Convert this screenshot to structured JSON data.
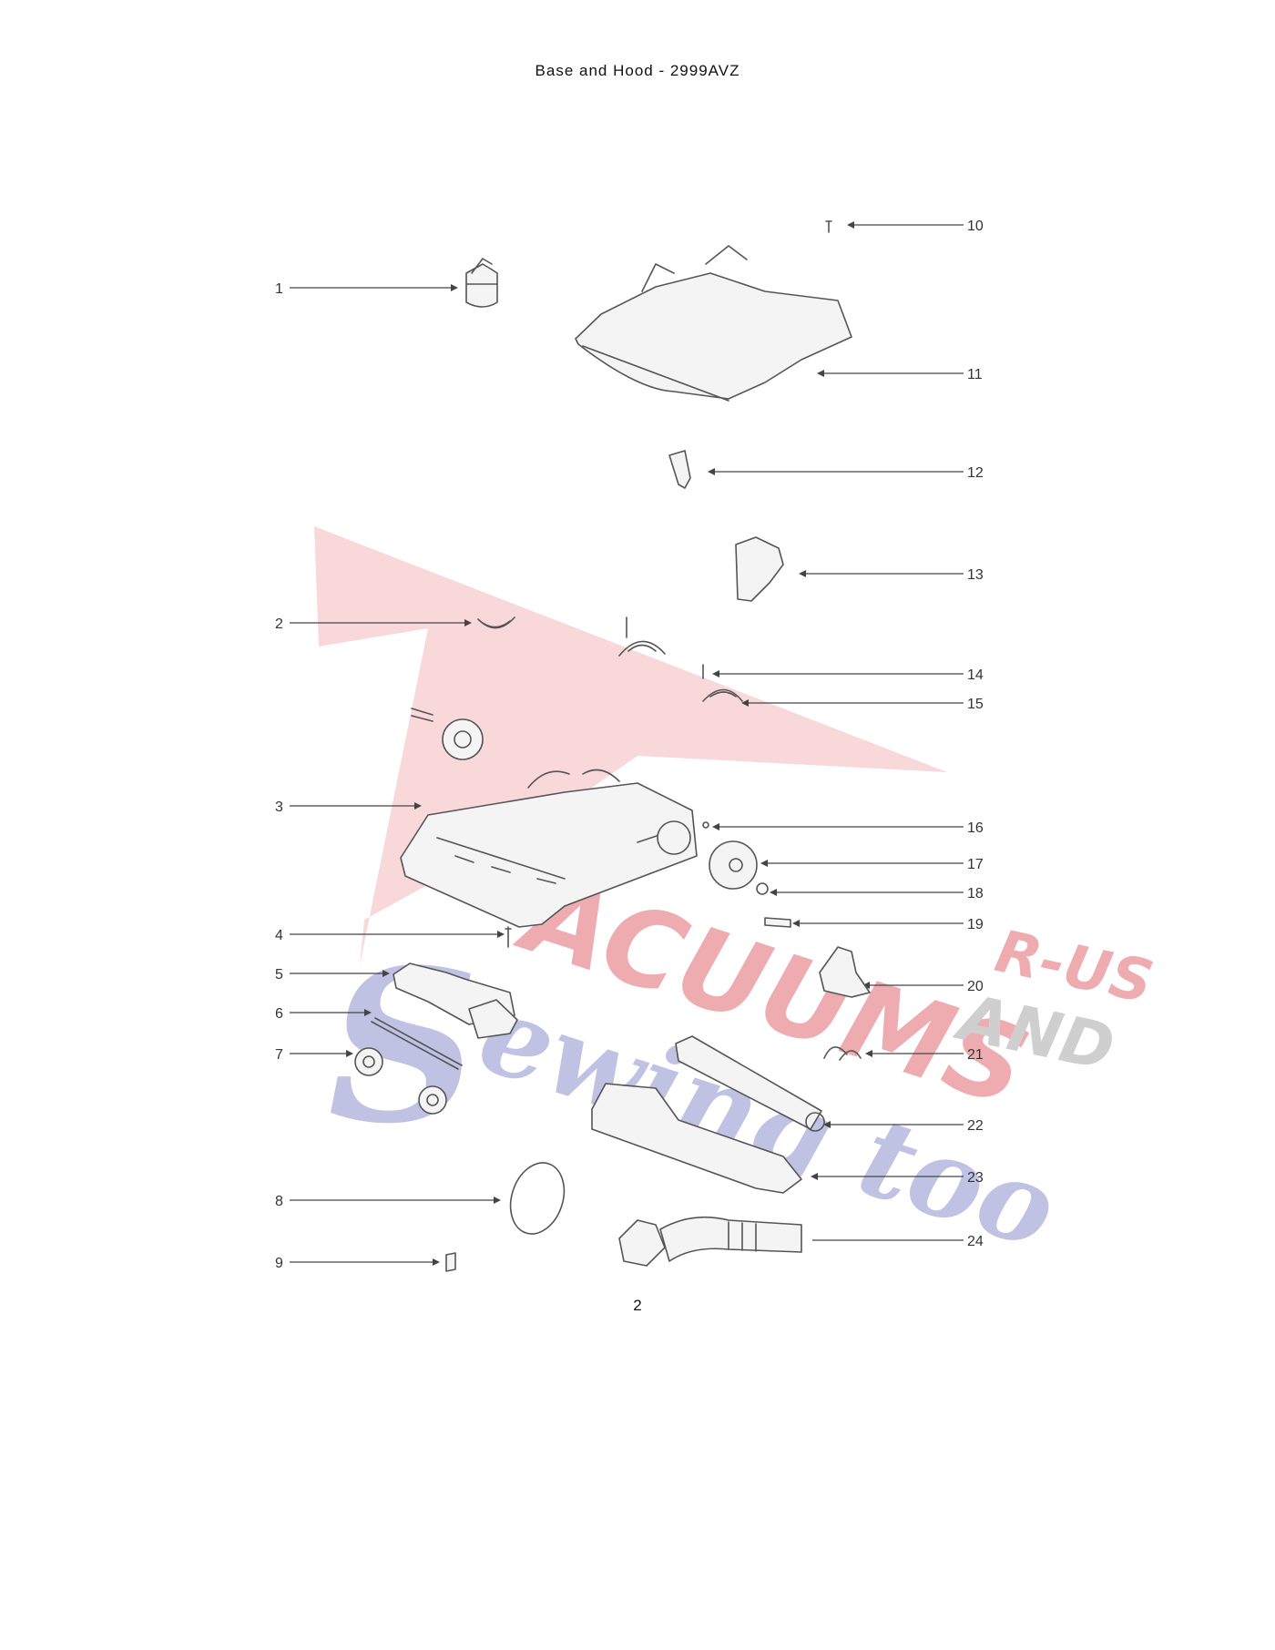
{
  "page": {
    "title": "Base and Hood - 2999AVZ",
    "page_number": "2"
  },
  "watermark": {
    "line1": "ACUUMS",
    "suffix": "R-US",
    "and": "AND",
    "line2": "ewing too",
    "colors": {
      "red": "#e8737a",
      "gray": "#bdbdbd",
      "blue": "#9fa3d6"
    }
  },
  "callouts": [
    "1",
    "2",
    "3",
    "4",
    "5",
    "6",
    "7",
    "8",
    "9",
    "10",
    "11",
    "12",
    "13",
    "14",
    "15",
    "16",
    "17",
    "18",
    "19",
    "20",
    "21",
    "22",
    "23",
    "24"
  ]
}
